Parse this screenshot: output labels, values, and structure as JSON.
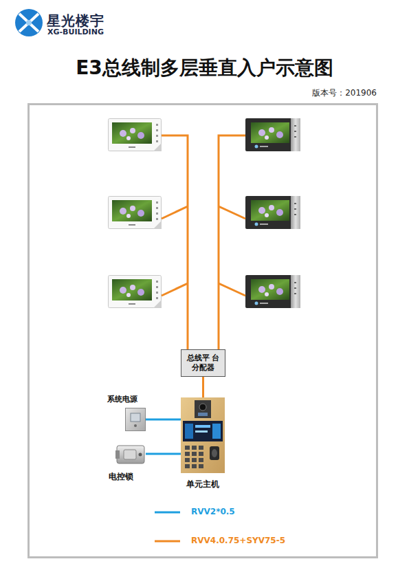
{
  "diagram": {
    "title": "E3总线制多层垂直入户示意图",
    "nodes": [
      {
        "text": [
          "总线平 台分配器"
        ]
      },
      {
        "text": [
          "系统电源"
        ]
      },
      {
        "text": [
          "电控锁"
        ]
      },
      {
        "text": [
          "单元主机"
        ]
      }
    ],
    "edges": [
      {
        "from": 0,
        "to": 3,
        "arrow": "none"
      },
      {
        "from": 1,
        "to": 3,
        "arrow": "none"
      },
      {
        "from": 2,
        "to": 3,
        "arrow": "none"
      }
    ],
    "labels": [
      "星光楼宇",
      "XG-BUILDING",
      "版本号：201906"
    ],
    "legend": [
      {
        "text": "RVV2*0.5"
      },
      {
        "text": "RVV4.0.75+SYV75-5"
      }
    ]
  }
}
